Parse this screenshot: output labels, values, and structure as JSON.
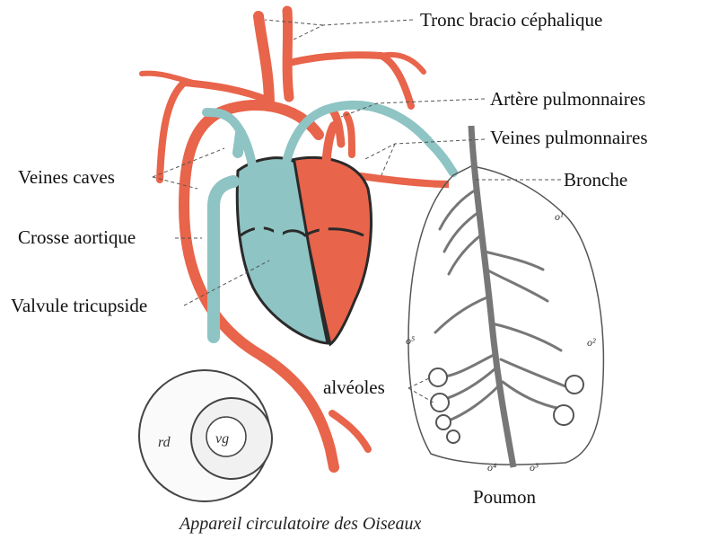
{
  "labels": {
    "tronc": "Tronc bracio céphalique",
    "artere": "Artère  pulmonnaires",
    "veines_pulm": "Veines pulmonnaires",
    "bronche": "Bronche",
    "veines_caves": "Veines caves",
    "crosse": "Crosse aortique",
    "valvule": "Valvule tricupside",
    "alveoles": "alvéoles",
    "poumon": "Poumon"
  },
  "caption": "Appareil circulatoire des Oiseaux",
  "section_labels": {
    "rd": "rd",
    "vg": "vg",
    "o1": "o¹",
    "o2": "o²",
    "o3": "o³",
    "o4": "o⁴",
    "o5": "o⁵"
  },
  "colors": {
    "artery_red": "#e8644a",
    "vein_blue": "#8fc4c4",
    "outline": "#2a2a2a"
  }
}
